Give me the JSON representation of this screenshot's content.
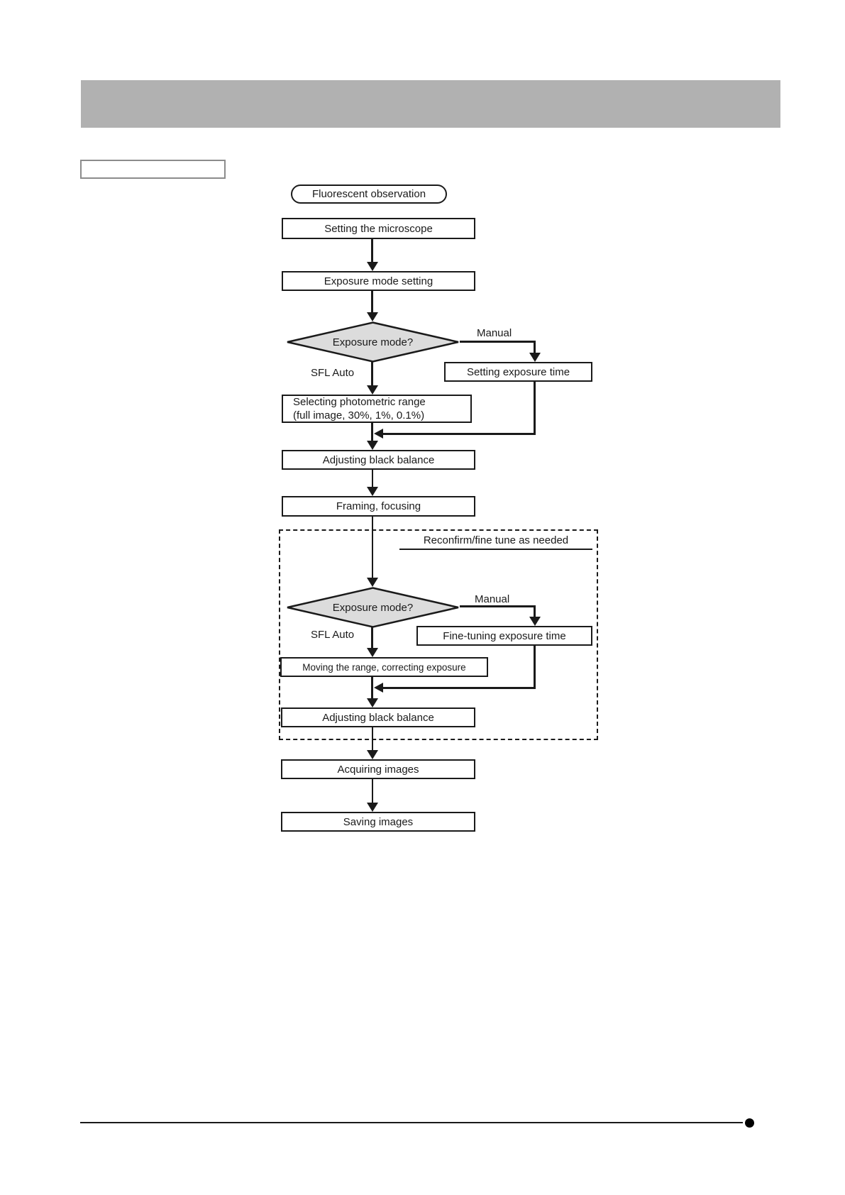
{
  "document": {
    "header_bar_text": "",
    "corner_box_text": ""
  },
  "flowchart": {
    "start_label": "Fluorescent observation",
    "boxes": {
      "setting_microscope": "Setting the microscope",
      "exposure_mode_setting": "Exposure mode setting",
      "setting_exposure_time": "Setting exposure time",
      "selecting_photometric_range_line1": "Selecting photometric range",
      "selecting_photometric_range_line2": "(full image, 30%, 1%, 0.1%)",
      "adjusting_black_balance_1": "Adjusting black balance",
      "framing_focusing": "Framing, focusing",
      "fine_tuning_exposure_time": "Fine-tuning exposure time",
      "moving_range_correcting_exposure": "Moving the range, correcting exposure",
      "adjusting_black_balance_2": "Adjusting black balance",
      "acquiring_images": "Acquiring images",
      "saving_images": "Saving images"
    },
    "decisions": {
      "decision_1": "Exposure mode?",
      "decision_2": "Exposure mode?"
    },
    "branch_labels": {
      "manual_1": "Manual",
      "sfl_auto_1": "SFL Auto",
      "manual_2": "Manual",
      "sfl_auto_2": "SFL Auto"
    },
    "annotations": {
      "reconfirm_note": "Reconfirm/fine tune as needed"
    },
    "colors": {
      "diamond_fill": "#dcdcdc",
      "header_gray": "#b1b1b1",
      "line_color": "#1a1a1a"
    }
  }
}
